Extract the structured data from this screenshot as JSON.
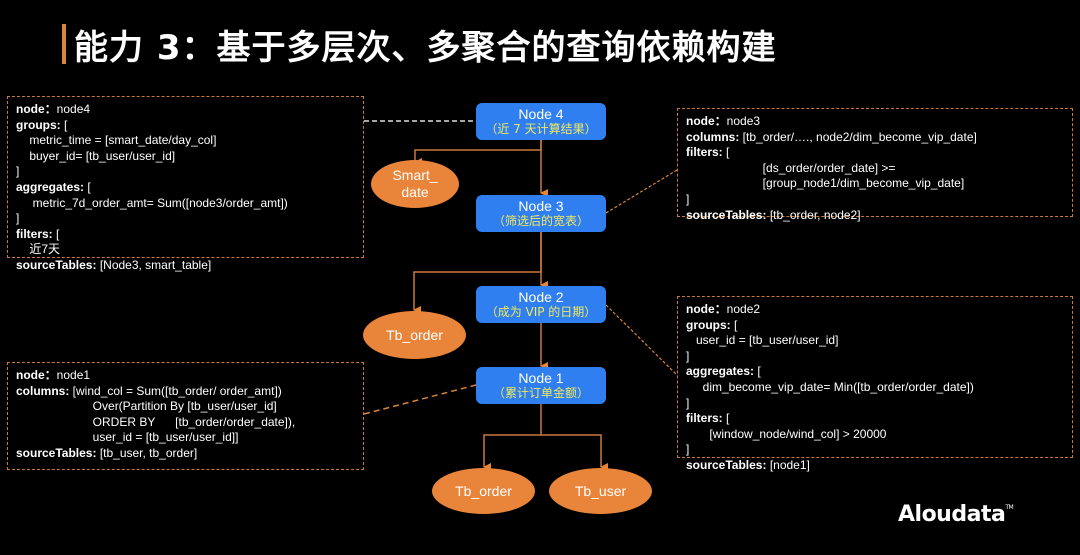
{
  "title": "能力 3：基于多层次、多聚合的查询依赖构建",
  "accent_color": "#d9843b",
  "node_color": "#2f7ff0",
  "table_color": "#e9853a",
  "nodes": [
    {
      "id": "node4",
      "name": "Node 4",
      "desc": "（近 7 天计算结果）"
    },
    {
      "id": "node3",
      "name": "Node 3",
      "desc": "（筛选后的宽表）"
    },
    {
      "id": "node2",
      "name": "Node 2",
      "desc": "（成为 VIP 的日期）"
    },
    {
      "id": "node1",
      "name": "Node 1",
      "desc": "（累计订单金额）"
    }
  ],
  "tables": [
    {
      "id": "smart_date",
      "line1": "Smart_",
      "line2": "date"
    },
    {
      "id": "tb_order_upper",
      "label": "Tb_order"
    },
    {
      "id": "tb_order_lower",
      "label": "Tb_order"
    },
    {
      "id": "tb_user",
      "label": "Tb_user"
    }
  ],
  "edges": [
    {
      "from": "node4",
      "to": "smart_date"
    },
    {
      "from": "node4",
      "to": "node3"
    },
    {
      "from": "node3",
      "to": "tb_order_upper"
    },
    {
      "from": "node3",
      "to": "node2"
    },
    {
      "from": "node2",
      "to": "node1"
    },
    {
      "from": "node1",
      "to": "tb_order_lower"
    },
    {
      "from": "node1",
      "to": "tb_user"
    }
  ],
  "details": {
    "node4": [
      {
        "k": "node",
        "sep": "：",
        "v": "node4"
      },
      {
        "k": "groups:",
        "v": " ["
      },
      {
        "v": "    metric_time = [smart_date/day_col]"
      },
      {
        "v": "    buyer_id= [tb_user/user_id]"
      },
      {
        "v": "]"
      },
      {
        "k": "aggregates:",
        "v": " ["
      },
      {
        "v": "     metric_7d_order_amt= Sum([node3/order_amt])"
      },
      {
        "v": "]"
      },
      {
        "k": "filters:",
        "v": " ["
      },
      {
        "v": "    近7天"
      },
      {
        "k": "sourceTables:",
        "v": " [Node3, smart_table]"
      }
    ],
    "node3": [
      {
        "k": "node",
        "sep": "：",
        "v": "node3"
      },
      {
        "k": "columns:",
        "v": " [tb_order/…., node2/dim_become_vip_date]"
      },
      {
        "k": "filters:",
        "v": " ["
      },
      {
        "v": "                       [ds_order/order_date] >="
      },
      {
        "v": "                       [group_node1/dim_become_vip_date]"
      },
      {
        "v": "]"
      },
      {
        "k": "sourceTables:",
        "v": " [tb_order, node2]"
      }
    ],
    "node2": [
      {
        "k": "node",
        "sep": "：",
        "v": "node2"
      },
      {
        "k": "groups:",
        "v": " ["
      },
      {
        "v": "   user_id = [tb_user/user_id]"
      },
      {
        "v": "]"
      },
      {
        "k": "aggregates:",
        "v": " ["
      },
      {
        "v": "     dim_become_vip_date= Min([tb_order/order_date])"
      },
      {
        "v": "]"
      },
      {
        "k": "filters:",
        "v": " ["
      },
      {
        "v": "       [window_node/wind_col] > 20000"
      },
      {
        "v": "]"
      },
      {
        "k": "sourceTables:",
        "v": " [node1]"
      }
    ],
    "node1": [
      {
        "k": "node",
        "sep": "：",
        "v": "node1"
      },
      {
        "k": "columns:",
        "v": " [wind_col = Sum([tb_order/ order_amt])"
      },
      {
        "v": "                       Over(Partition By [tb_user/user_id]"
      },
      {
        "v": "                       ORDER BY      [tb_order/order_date]),"
      },
      {
        "v": "                       user_id = [tb_user/user_id]]"
      },
      {
        "k": "sourceTables:",
        "v": " [tb_user, tb_order]"
      }
    ]
  },
  "logo": {
    "text": "Aloudata",
    "mark": "TM"
  }
}
